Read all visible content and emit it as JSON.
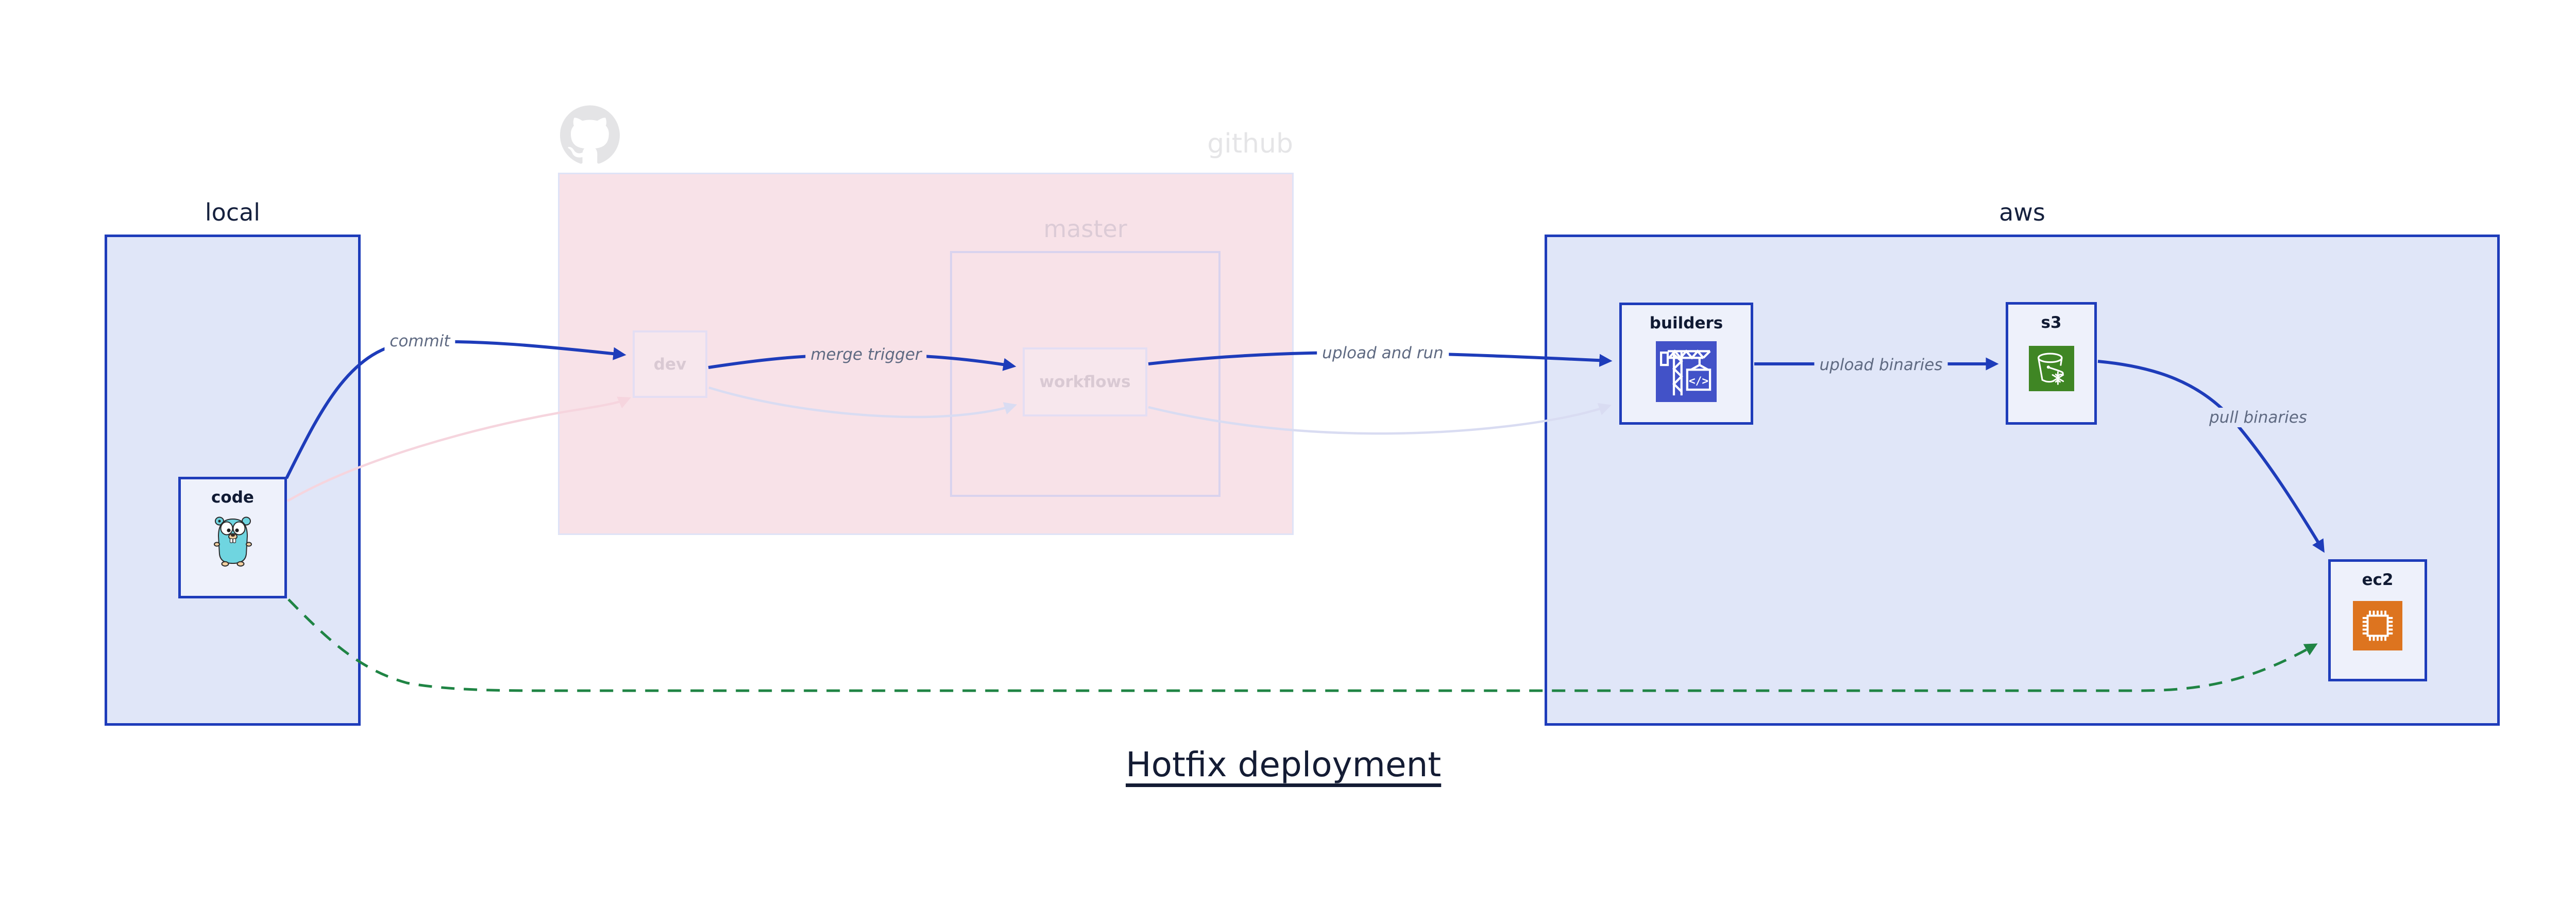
{
  "title": "Hotfix deployment",
  "groups": {
    "local": {
      "label": "local"
    },
    "github": {
      "label": "github",
      "master": {
        "label": "master"
      }
    },
    "aws": {
      "label": "aws"
    }
  },
  "nodes": {
    "code": {
      "label": "code",
      "icon": "go-gopher"
    },
    "dev": {
      "label": "dev"
    },
    "workflows": {
      "label": "workflows"
    },
    "builders": {
      "label": "builders",
      "icon": "codebuild-crane"
    },
    "s3": {
      "label": "s3",
      "icon": "s3-bucket"
    },
    "ec2": {
      "label": "ec2",
      "icon": "ec2-chip"
    }
  },
  "edges": {
    "commit": {
      "label": "commit",
      "style": "active"
    },
    "merge_trigger": {
      "label": "merge trigger",
      "style": "active"
    },
    "upload_and_run": {
      "label": "upload and run",
      "style": "active"
    },
    "upload_binaries": {
      "label": "upload binaries",
      "style": "active"
    },
    "pull_binaries": {
      "label": "pull binaries",
      "style": "active"
    },
    "hotfix_path": {
      "label": "",
      "style": "green-dashed"
    }
  },
  "colors": {
    "active_blue": "#1e3cba",
    "hotfix_green": "#1f8444",
    "faded_pink_line": "#f6d5de",
    "faded_lavender_line": "#d9dcf2",
    "local_aws_fill": "#e0e6f8",
    "github_fill": "#f8e2e8",
    "node_fill": "#eef1fb",
    "builders_icon_bg": "#4252c8",
    "s3_icon_bg": "#3f8624",
    "ec2_icon_bg": "#dd741f"
  }
}
